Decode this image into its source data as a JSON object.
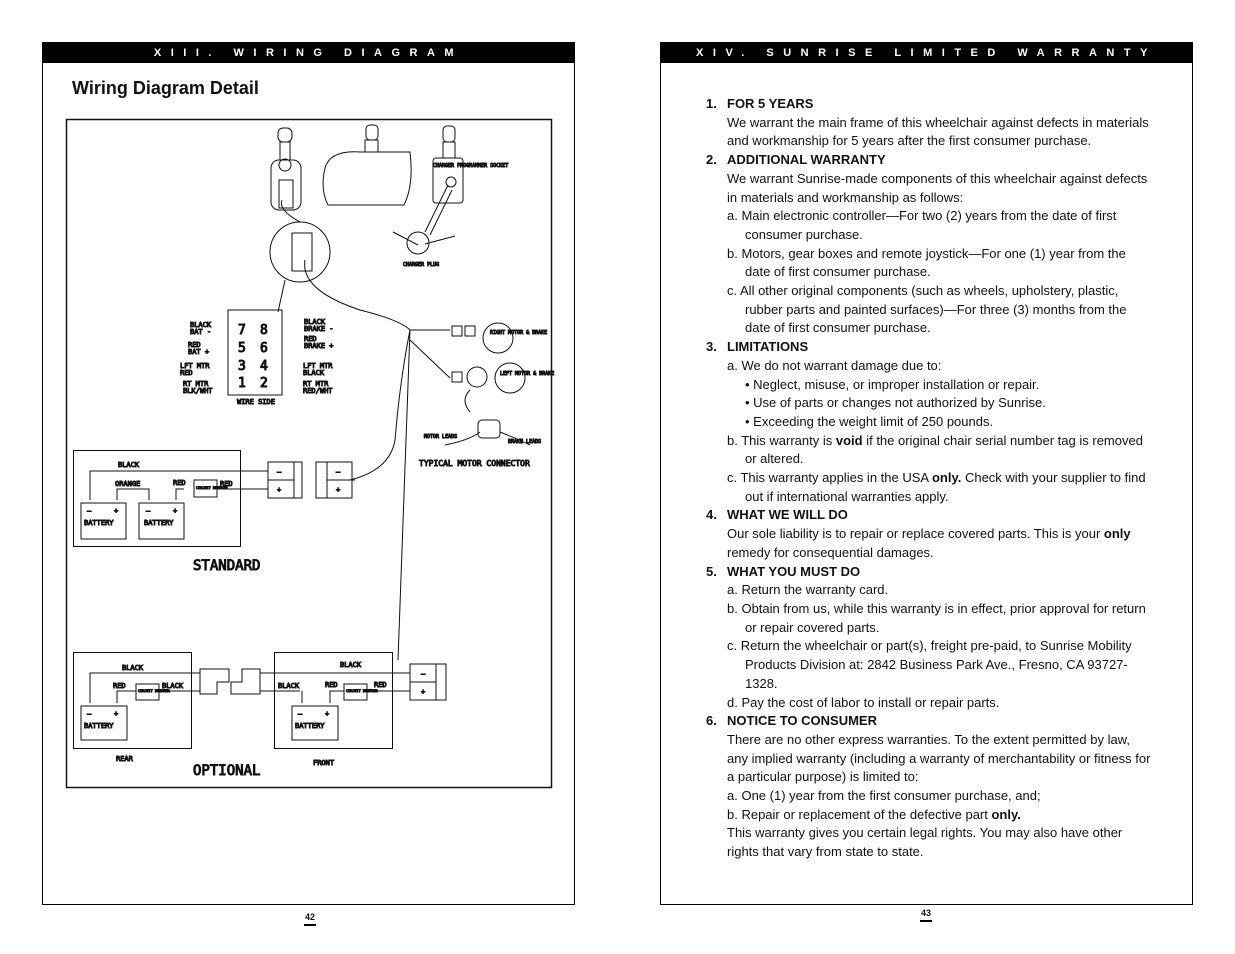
{
  "left_page": {
    "header": "XIII. WIRING DIAGRAM",
    "title": "Wiring Diagram Detail",
    "page_number": "42",
    "diagram": {
      "charger_socket": "CHARGER PROGRAMMER SOCKET",
      "charger_plug": "CHARGER PLUG",
      "pins": [
        "7",
        "8",
        "5",
        "6",
        "3",
        "4",
        "1",
        "2"
      ],
      "pin_labels_left": [
        "BLACK",
        "BAT -",
        "RED",
        "BAT +",
        "LFT MTR",
        "RED",
        "RT MTR",
        "BLK/WHT"
      ],
      "pin_labels_right": [
        "BLACK",
        "BRAKE -",
        "RED",
        "BRAKE +",
        "LFT MTR",
        "BLACK",
        "RT MTR",
        "RED/WHT"
      ],
      "wire_side": "WIRE SIDE",
      "right_motor": "RIGHT MOTOR & BRAKE",
      "left_motor": "LEFT MOTOR & BRAKE",
      "motor_leads": "MOTOR LEADS",
      "brake_leads": "BRAKE LEADS",
      "typical_motor_connector": "TYPICAL MOTOR CONNECTOR",
      "black": "BLACK",
      "orange": "ORANGE",
      "red": "RED",
      "battery": "BATTERY",
      "circuit_breaker": "CIRCUIT BREAKER",
      "minus": "–",
      "plus": "+",
      "standard": "STANDARD",
      "optional": "OPTIONAL",
      "rear": "REAR",
      "front": "FRONT"
    }
  },
  "right_page": {
    "header": "XIV. SUNRISE LIMITED WARRANTY",
    "page_number": "43",
    "sections": [
      {
        "num": "1.",
        "title": "FOR 5 YEARS",
        "body": "We warrant the main frame of this wheelchair against defects in materials and workmanship for 5 years after the first consumer purchase."
      },
      {
        "num": "2.",
        "title": "ADDITIONAL WARRANTY",
        "body": "We warrant Sunrise-made components of this wheelchair against defects in materials and workmanship as follows:",
        "items": [
          "a.  Main electronic controller—For two (2) years from the date of first consumer purchase.",
          "b.  Motors, gear boxes and remote joystick—For one (1) year from the date of first consumer purchase.",
          "c.  All other original components (such as wheels, upholstery, plastic, rubber parts and painted surfaces)—For three (3) months from the date of first consumer purchase."
        ]
      },
      {
        "num": "3.",
        "title": "LIMITATIONS",
        "a": "a.  We do not warrant damage due to:",
        "bullets": [
          "•  Neglect, misuse, or improper installation or repair.",
          "•  Use of parts or changes not authorized by Sunrise.",
          "•  Exceeding the weight limit of 250 pounds."
        ],
        "b_pre": "b.  This warranty is ",
        "b_bold": "void",
        "b_post": " if the original chair serial number tag is removed or altered.",
        "c_pre": "c.  This warranty applies in the USA ",
        "c_bold": "only.",
        "c_post": " Check with your supplier to find out if international warranties apply."
      },
      {
        "num": "4.",
        "title": "WHAT WE WILL DO",
        "pre": "Our sole liability is to repair or replace covered parts. This is your ",
        "bold": "only",
        "post": " remedy for consequential damages."
      },
      {
        "num": "5.",
        "title": "WHAT YOU MUST DO",
        "items": [
          "a.  Return the warranty card.",
          "b.  Obtain from us, while this warranty is in effect, prior approval for return or repair covered parts.",
          "c.  Return the wheelchair or part(s), freight pre-paid, to Sunrise Mobility Products Division at: 2842 Business Park Ave., Fresno, CA 93727-1328.",
          "d.  Pay the cost of labor to install or repair parts."
        ]
      },
      {
        "num": "6.",
        "title": "NOTICE TO CONSUMER",
        "body": "There are no other express warranties. To the extent permitted by law, any implied warranty (including a warranty of merchantability or fitness for a particular purpose) is limited to:",
        "a": "a.  One (1) year from the first consumer purchase, and;",
        "b_pre": "b.  Repair or replacement of the defective part ",
        "b_bold": "only.",
        "end": "This warranty gives you certain legal rights. You may also have other rights that vary from state to state."
      }
    ]
  }
}
